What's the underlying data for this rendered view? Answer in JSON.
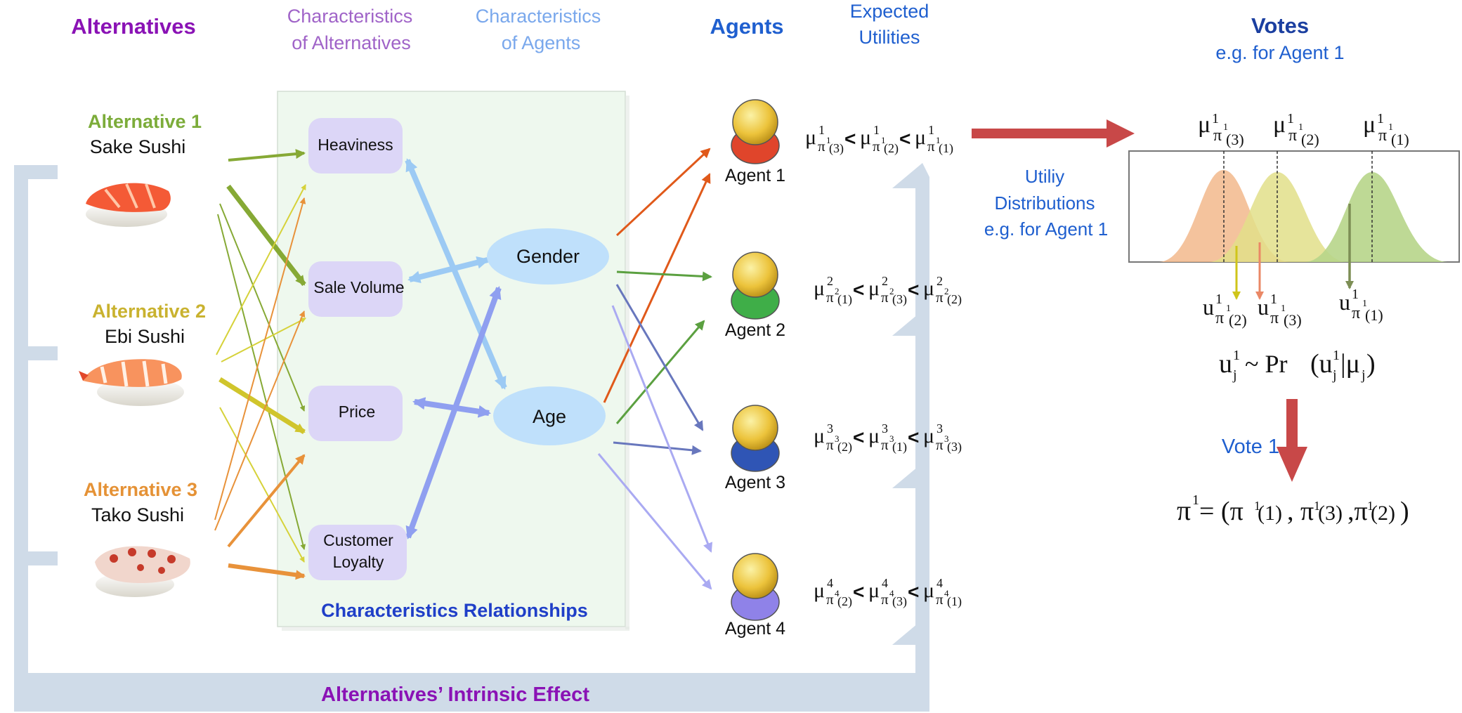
{
  "headers": {
    "alternatives": "Alternatives",
    "char_alt_1": "Characteristics",
    "char_alt_2": "of Alternatives",
    "char_agents_1": "Characteristics",
    "char_agents_2": "of Agents",
    "agents": "Agents",
    "expected_1": "Expected",
    "expected_2": "Utilities",
    "votes": "Votes",
    "votes_sub": "e.g. for Agent 1"
  },
  "alternatives": [
    {
      "title": "Alternative 1",
      "name": "Sake Sushi",
      "color": "#7cac3a"
    },
    {
      "title": "Alternative 2",
      "name": "Ebi Sushi",
      "color": "#c9b22f"
    },
    {
      "title": "Alternative 3",
      "name": "Tako Sushi",
      "color": "#e59236"
    }
  ],
  "alt_characteristics": [
    "Heaviness",
    "Sale Volume",
    "Price",
    "Customer Loyalty"
  ],
  "agent_characteristics": [
    "Gender",
    "Age"
  ],
  "relationships_label": "Characteristics Relationships",
  "agents": [
    {
      "label": "Agent 1",
      "color": "#e0452b"
    },
    {
      "label": "Agent 2",
      "color": "#3fae48"
    },
    {
      "label": "Agent 3",
      "color": "#2f55b5"
    },
    {
      "label": "Agent 4",
      "color": "#8f82e8"
    }
  ],
  "expected_utilities": [
    {
      "agent": "1",
      "order": [
        "3",
        "2",
        "1"
      ]
    },
    {
      "agent": "2",
      "order": [
        "1",
        "3",
        "2"
      ]
    },
    {
      "agent": "3",
      "order": [
        "2",
        "1",
        "3"
      ]
    },
    {
      "agent": "4",
      "order": [
        "2",
        "3",
        "1"
      ]
    }
  ],
  "distributions": {
    "label_1": "Utiliy",
    "label_2": "Distributions",
    "label_3": "e.g. for Agent 1",
    "mu_labels": [
      "3",
      "2",
      "1"
    ],
    "u_labels": [
      "2",
      "3",
      "1"
    ],
    "colors": [
      "#f2b88c",
      "#e2df8a",
      "#b7d58a"
    ]
  },
  "formula": {
    "lhs": "u",
    "tilde": "~ Pr",
    "rest": "(u",
    "given": "|μ"
  },
  "vote_label": "Vote 1",
  "vote_result": {
    "order": [
      "1",
      "3",
      "2"
    ]
  },
  "intrinsic_label": "Alternatives’ Intrinsic Effect",
  "colors": {
    "purple": "#8a12b5",
    "blue": "#1f5fcf",
    "light_blue": "#7aa8ec",
    "lavender_title": "#a064c8",
    "navy": "#1b3fa0",
    "box_fill": "#dcd6f7",
    "ellipse_fill": "#bfe0fb",
    "panel_fill": "#eef8ee",
    "bracket": "#cfdbe8",
    "red_arrow": "#c84848"
  }
}
